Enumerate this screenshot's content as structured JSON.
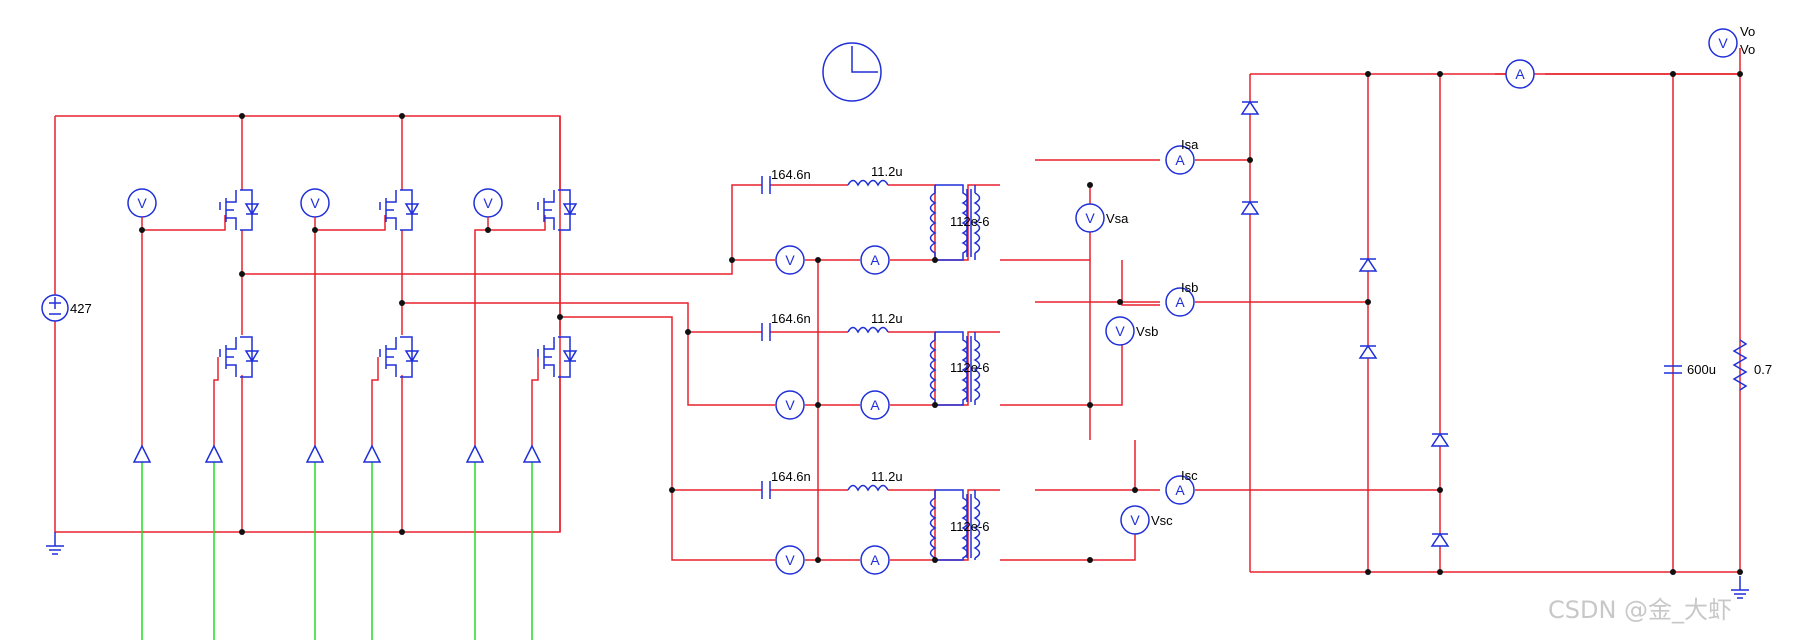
{
  "source": {
    "value": "427"
  },
  "meter_letters": {
    "voltmeter": "V",
    "ammeter": "A"
  },
  "lc_branches": [
    {
      "capacitance": "164.6n",
      "inductance": "11.2u",
      "magnetizing": "112e-6"
    },
    {
      "capacitance": "164.6n",
      "inductance": "11.2u",
      "magnetizing": "112e-6"
    },
    {
      "capacitance": "164.6n",
      "inductance": "11.2u",
      "magnetizing": "112e-6"
    }
  ],
  "secondary_current_labels": [
    "Isa",
    "Isb",
    "Isc"
  ],
  "secondary_voltage_labels": [
    "Vsa",
    "Vsb",
    "Vsc"
  ],
  "output": {
    "capacitance": "600u",
    "load_resistance": "0.7",
    "voltage_labels": [
      "Vo",
      "Vo"
    ]
  },
  "watermark": "CSDN @金_大虾",
  "colors": {
    "wire": "#e8212b",
    "component": "#1f2fd8",
    "gate_signal": "#22dd22",
    "background": "#ffffff"
  }
}
